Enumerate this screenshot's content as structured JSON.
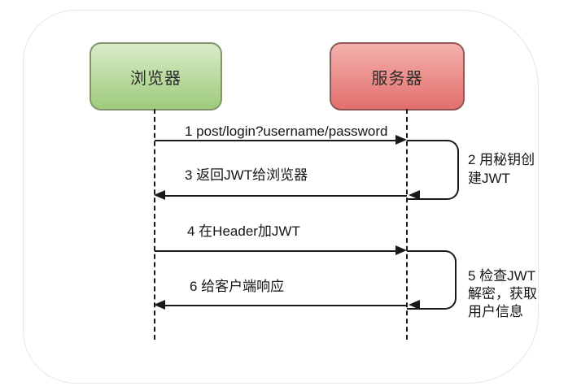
{
  "diagram": {
    "type": "sequence",
    "topic": "JWT authentication flow",
    "actors": [
      {
        "id": "browser",
        "label": "浏览器"
      },
      {
        "id": "server",
        "label": "服务器"
      }
    ],
    "messages": [
      {
        "seq": "1",
        "label": "1 post/login?username/password",
        "from": "browser",
        "to": "server",
        "kind": "arrow-right"
      },
      {
        "seq": "2",
        "label": "2 用秘钥创\n建JWT",
        "from": "server",
        "to": "server",
        "kind": "self-loop"
      },
      {
        "seq": "3",
        "label": "3 返回JWT给浏览器",
        "from": "server",
        "to": "browser",
        "kind": "arrow-left"
      },
      {
        "seq": "4",
        "label": "4 在Header加JWT",
        "from": "browser",
        "to": "server",
        "kind": "arrow-right"
      },
      {
        "seq": "5",
        "label": "5 检查JWT\n解密，获取\n用户信息",
        "from": "server",
        "to": "server",
        "kind": "self-loop"
      },
      {
        "seq": "6",
        "label": "6 给客户端响应",
        "from": "server",
        "to": "browser",
        "kind": "arrow-left"
      }
    ],
    "colors": {
      "green-top": "#d9ebc8",
      "green-bottom": "#9ecb7c",
      "green-border": "#85936f",
      "red-top": "#f4b1ad",
      "red-bottom": "#e26f6c",
      "red-border": "#8f5855",
      "line": "#1a1a1a",
      "text": "#161616",
      "panel-border": "#e6e6e6",
      "bg": "#ffffff"
    }
  }
}
